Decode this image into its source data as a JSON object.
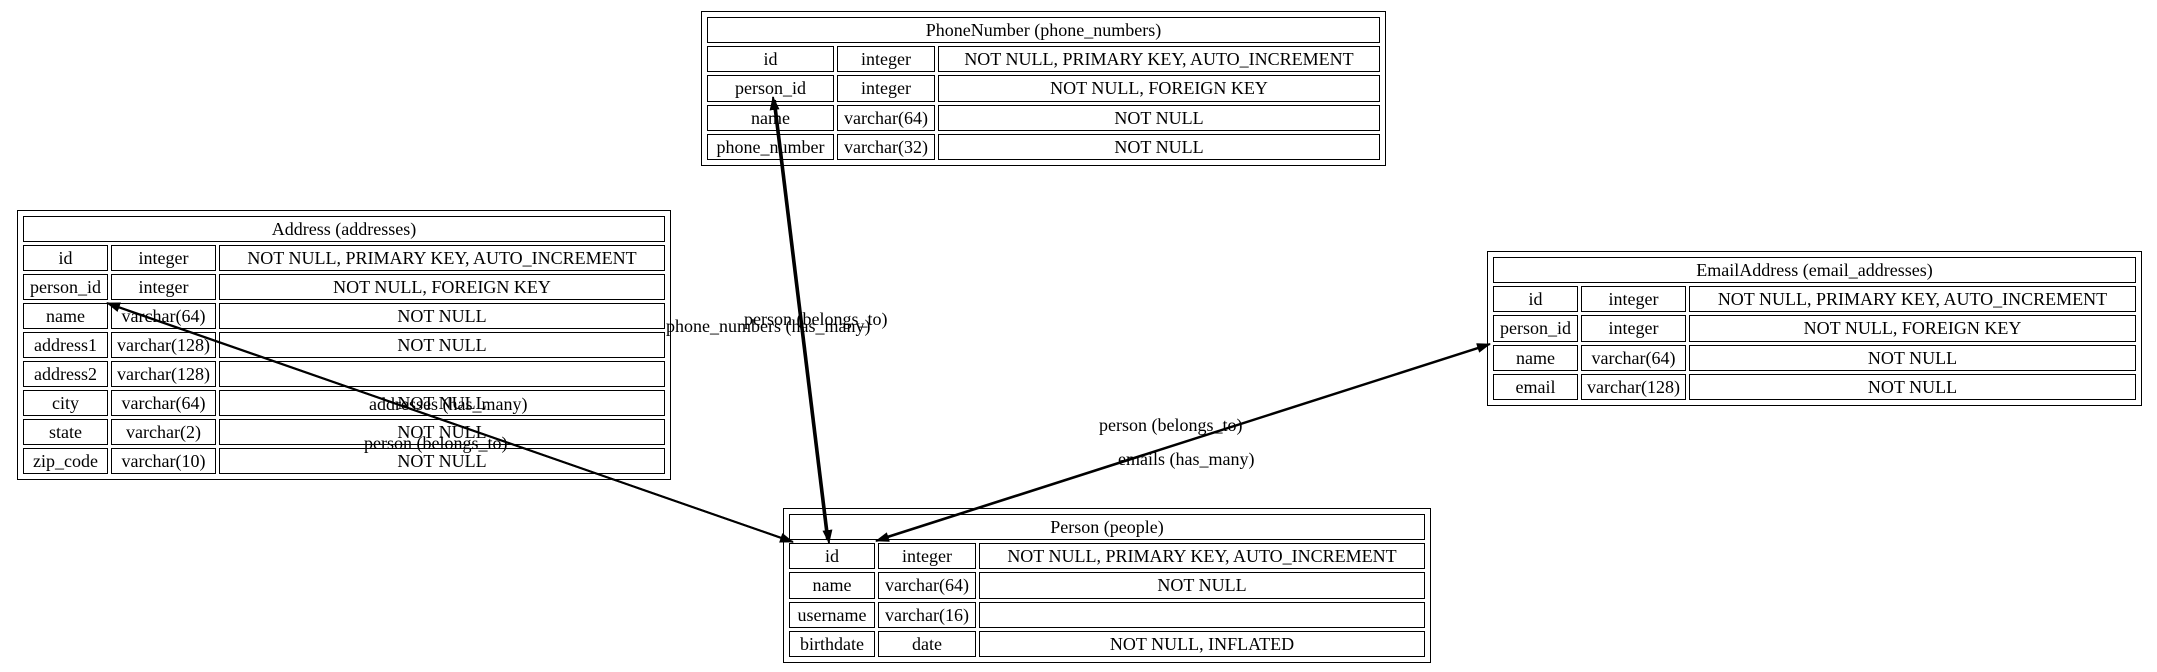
{
  "entities": {
    "phone_number": {
      "title": "PhoneNumber (phone_numbers)",
      "columns": [
        {
          "name": "id",
          "type": "integer",
          "constraints": "NOT NULL, PRIMARY KEY, AUTO_INCREMENT"
        },
        {
          "name": "person_id",
          "type": "integer",
          "constraints": "NOT NULL, FOREIGN KEY"
        },
        {
          "name": "name",
          "type": "varchar(64)",
          "constraints": "NOT NULL"
        },
        {
          "name": "phone_number",
          "type": "varchar(32)",
          "constraints": "NOT NULL"
        }
      ]
    },
    "address": {
      "title": "Address (addresses)",
      "columns": [
        {
          "name": "id",
          "type": "integer",
          "constraints": "NOT NULL, PRIMARY KEY, AUTO_INCREMENT"
        },
        {
          "name": "person_id",
          "type": "integer",
          "constraints": "NOT NULL, FOREIGN KEY"
        },
        {
          "name": "name",
          "type": "varchar(64)",
          "constraints": "NOT NULL"
        },
        {
          "name": "address1",
          "type": "varchar(128)",
          "constraints": "NOT NULL"
        },
        {
          "name": "address2",
          "type": "varchar(128)",
          "constraints": ""
        },
        {
          "name": "city",
          "type": "varchar(64)",
          "constraints": "NOT NULL"
        },
        {
          "name": "state",
          "type": "varchar(2)",
          "constraints": "NOT NULL"
        },
        {
          "name": "zip_code",
          "type": "varchar(10)",
          "constraints": "NOT NULL"
        }
      ]
    },
    "email_address": {
      "title": "EmailAddress (email_addresses)",
      "columns": [
        {
          "name": "id",
          "type": "integer",
          "constraints": "NOT NULL, PRIMARY KEY, AUTO_INCREMENT"
        },
        {
          "name": "person_id",
          "type": "integer",
          "constraints": "NOT NULL, FOREIGN KEY"
        },
        {
          "name": "name",
          "type": "varchar(64)",
          "constraints": "NOT NULL"
        },
        {
          "name": "email",
          "type": "varchar(128)",
          "constraints": "NOT NULL"
        }
      ]
    },
    "person": {
      "title": "Person (people)",
      "columns": [
        {
          "name": "id",
          "type": "integer",
          "constraints": "NOT NULL, PRIMARY KEY, AUTO_INCREMENT"
        },
        {
          "name": "name",
          "type": "varchar(64)",
          "constraints": "NOT NULL"
        },
        {
          "name": "username",
          "type": "varchar(16)",
          "constraints": ""
        },
        {
          "name": "birthdate",
          "type": "date",
          "constraints": "NOT NULL, INFLATED"
        }
      ]
    }
  },
  "relationships": [
    {
      "label": "person (belongs_to)",
      "from": "phone_number.person_id",
      "to": "person.id"
    },
    {
      "label": "phone_numbers (has_many)",
      "from": "person.id",
      "to": "phone_number.person_id"
    },
    {
      "label": "person (belongs_to)",
      "from": "email_address.person_id",
      "to": "person.id"
    },
    {
      "label": "emails (has_many)",
      "from": "person.id",
      "to": "email_address.person_id"
    },
    {
      "label": "addresses (has_many)",
      "from": "person.id",
      "to": "address.person_id"
    },
    {
      "label": "person (belongs_to)",
      "from": "address.person_id",
      "to": "person.id"
    }
  ],
  "colors": {
    "line": "#000000",
    "background": "#ffffff"
  }
}
